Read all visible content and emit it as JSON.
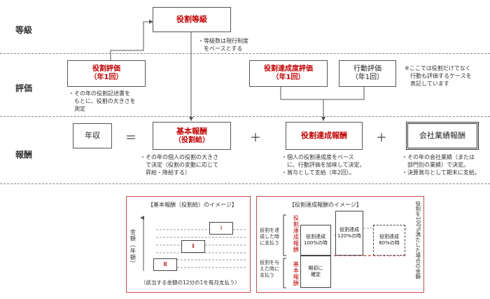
{
  "rows": {
    "grade": "等級",
    "evaluation": "評価",
    "compensation": "報酬"
  },
  "role_grade": "役割等級",
  "grade_note": "・等級数は現行制度\n　をベースとする",
  "role_eval": {
    "title": "役割評価",
    "sub": "（年1回）"
  },
  "role_eval_note": "・その年の役割記述書を\n　もとに、役割の大きさを\n　測定",
  "achieve_eval": {
    "title": "役割達成度評価",
    "sub": "（年1回）"
  },
  "action_eval": {
    "title": "行動評価",
    "sub": "（年1回）"
  },
  "action_note": "※ここでは役割だけでなく\n　行動も評価するケースを\n　表記しています",
  "annual": "年収",
  "ops": {
    "eq": "＝",
    "plus1": "＋",
    "plus2": "＋"
  },
  "base_pay": {
    "title": "基本報酬",
    "sub": "（役割給）"
  },
  "base_note": "・その年の個人の役割の大きさ\n　で決定（役割の変動に応じて\n　昇給・降給する）",
  "achieve_pay": "役割達成報酬",
  "achieve_note": "・個人の役割達成度をベース\n　に、行動評価を加味して決定。\n・賞与として支給（年2回）。",
  "company_pay": "会社業績報酬",
  "company_note": "・その年の会社業績（または\n　部門別の業績）で決定。\n・決算賞与として期末に支給。",
  "panel1": {
    "title": "【基本報酬（役割給）のイメージ】",
    "yaxis": "金額（年額）",
    "levels": [
      "Ⅰ",
      "Ⅱ",
      "Ⅲ"
    ],
    "footer": "（該当する金額の12分の1を毎月支払う）"
  },
  "panel2": {
    "title": "【役割達成報酬のイメージ】",
    "left1": "役割を達\n成した時\nに支払う",
    "left2": "役割を与\nえた時に\n支払う",
    "label_red1": "役割達成報酬",
    "label_red2": "基本報酬",
    "box100": "役割達成\n100%の時",
    "box120": "役割達成\n120%の時",
    "box80": "役割達成\n80%の時",
    "period": "期初に\n確定",
    "right": "役割を100%満たした場合の金額"
  }
}
